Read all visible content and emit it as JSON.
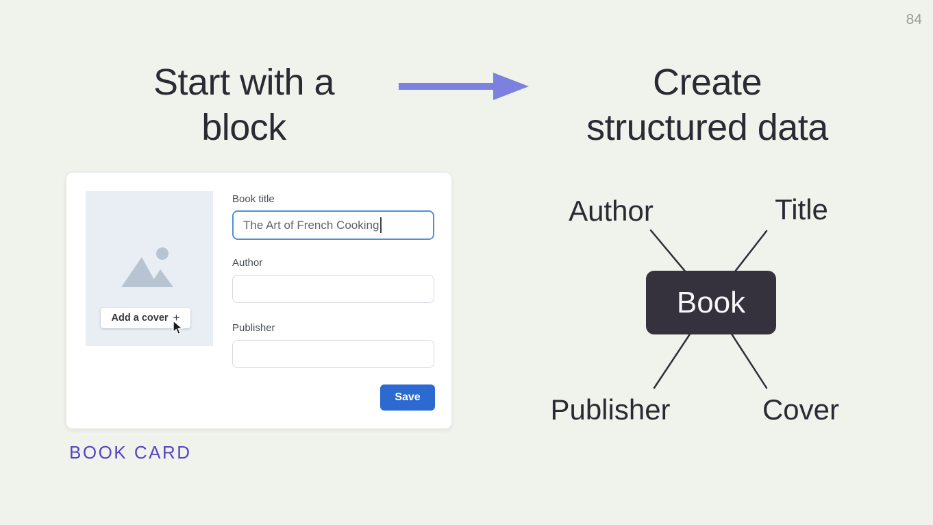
{
  "page_number": "84",
  "headings": {
    "left": {
      "line1": "Start with a",
      "line2": "block"
    },
    "right": {
      "line1": "Create",
      "line2": "structured data"
    }
  },
  "card": {
    "cover": {
      "button_label": "Add a cover",
      "button_icon": "+"
    },
    "fields": {
      "title": {
        "label": "Book title",
        "value": "The Art of French Cooking"
      },
      "author": {
        "label": "Author",
        "value": ""
      },
      "publisher": {
        "label": "Publisher",
        "value": ""
      }
    },
    "save_label": "Save"
  },
  "caption": "BOOK CARD",
  "diagram": {
    "node_label": "Book",
    "attributes": {
      "top_left": "Author",
      "top_right": "Title",
      "bottom_left": "Publisher",
      "bottom_right": "Cover"
    }
  },
  "colors": {
    "background": "#f0f2ec",
    "heading_text": "#2b2a33",
    "arrow_purple": "#7c80df",
    "caption_purple": "#5145c5",
    "save_blue": "#2c69d1",
    "focus_border_blue": "#4d8fdb",
    "input_border_gray": "#d6dae1",
    "node_dark": "#35323e",
    "cover_placeholder": "#e9edf4",
    "image_icon_gray": "#b9c4d3",
    "page_number_gray": "#9b9b98"
  }
}
